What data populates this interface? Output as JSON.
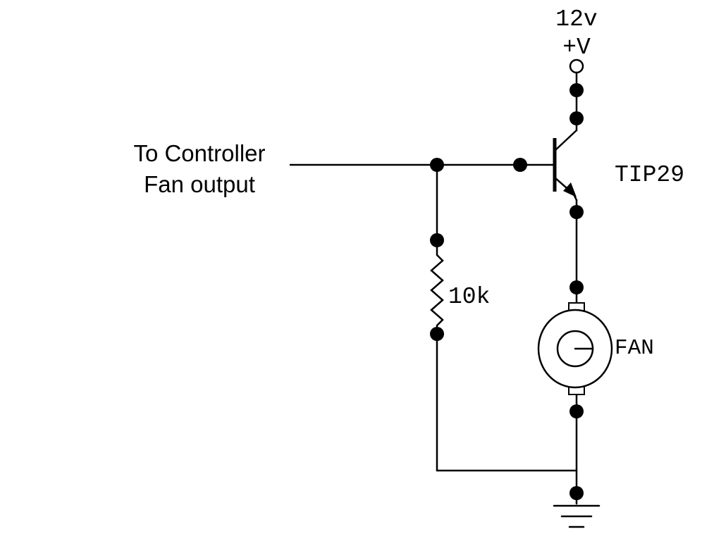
{
  "labels": {
    "supply_voltage": "12v",
    "supply_symbol": "+V",
    "input_line1": "To Controller",
    "input_line2": "Fan output",
    "transistor": "TIP29",
    "resistor": "10k",
    "motor": "FAN"
  },
  "components": {
    "transistor": {
      "type": "npn-transistor",
      "label_key": "labels.transistor"
    },
    "resistor": {
      "type": "resistor",
      "label_key": "labels.resistor"
    },
    "motor": {
      "type": "dc-motor",
      "label_key": "labels.motor"
    },
    "supply": {
      "type": "voltage-terminal"
    },
    "ground": {
      "type": "ground"
    }
  },
  "colors": {
    "ink": "#000000",
    "background": "#ffffff"
  }
}
